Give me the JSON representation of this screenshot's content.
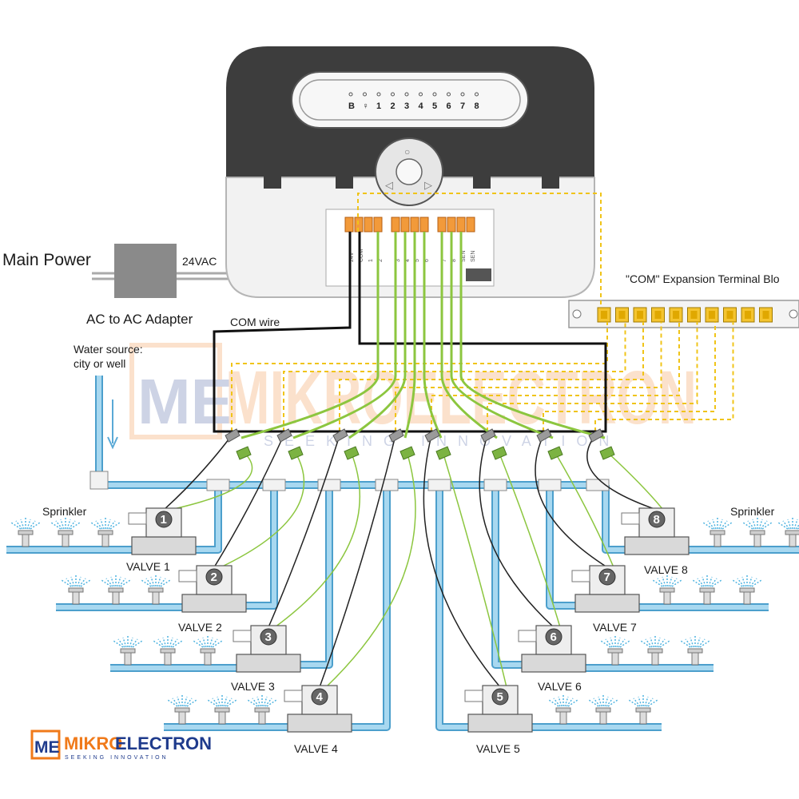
{
  "labels": {
    "main_power": "Main Power",
    "voltage": "24VAC",
    "adapter": "AC to AC Adapter",
    "com_wire": "COM wire",
    "water_source_1": "Water source:",
    "water_source_2": "city or well",
    "expansion_block": "\"COM\" Expansion Terminal Blo",
    "sprinkler_left": "Sprinkler",
    "sprinkler_right": "Sprinkler"
  },
  "controller": {
    "indicators": [
      "B",
      "♀",
      "1",
      "2",
      "3",
      "4",
      "5",
      "6",
      "7",
      "8"
    ],
    "terminal_labels": [
      "24V",
      "COM",
      "1",
      "2",
      "3",
      "4",
      "5",
      "6",
      "7",
      "8",
      "SEN",
      "SEN"
    ]
  },
  "valves": [
    {
      "number": "1",
      "label": "VALVE 1"
    },
    {
      "number": "2",
      "label": "VALVE 2"
    },
    {
      "number": "3",
      "label": "VALVE 3"
    },
    {
      "number": "4",
      "label": "VALVE 4"
    },
    {
      "number": "5",
      "label": "VALVE 5"
    },
    {
      "number": "6",
      "label": "VALVE 6"
    },
    {
      "number": "7",
      "label": "VALVE 7"
    },
    {
      "number": "8",
      "label": "VALVE 8"
    }
  ],
  "watermark": {
    "brand_me": "ME",
    "brand_main": "MIKROELECTRON",
    "tagline": "SEEKING INNOVATION"
  },
  "logo": {
    "me": "ME",
    "prefix": "MIKRO",
    "suffix": "ELECTRON",
    "tagline": "SEEKING INNOVATION"
  },
  "colors": {
    "controller_top": "#3d3d3d",
    "controller_bottom": "#f2f2f2",
    "pipe": "#a8d8f0",
    "pipe_edge": "#4c9fcc",
    "green_wire": "#8cc63f",
    "com_wire": "#111111",
    "yellow_dashed": "#f0c419",
    "terminal_orange": "#f29a3a",
    "valve_body": "#d9d9d9",
    "brand_orange": "#f07a1a",
    "brand_blue": "#1f3b8c"
  }
}
